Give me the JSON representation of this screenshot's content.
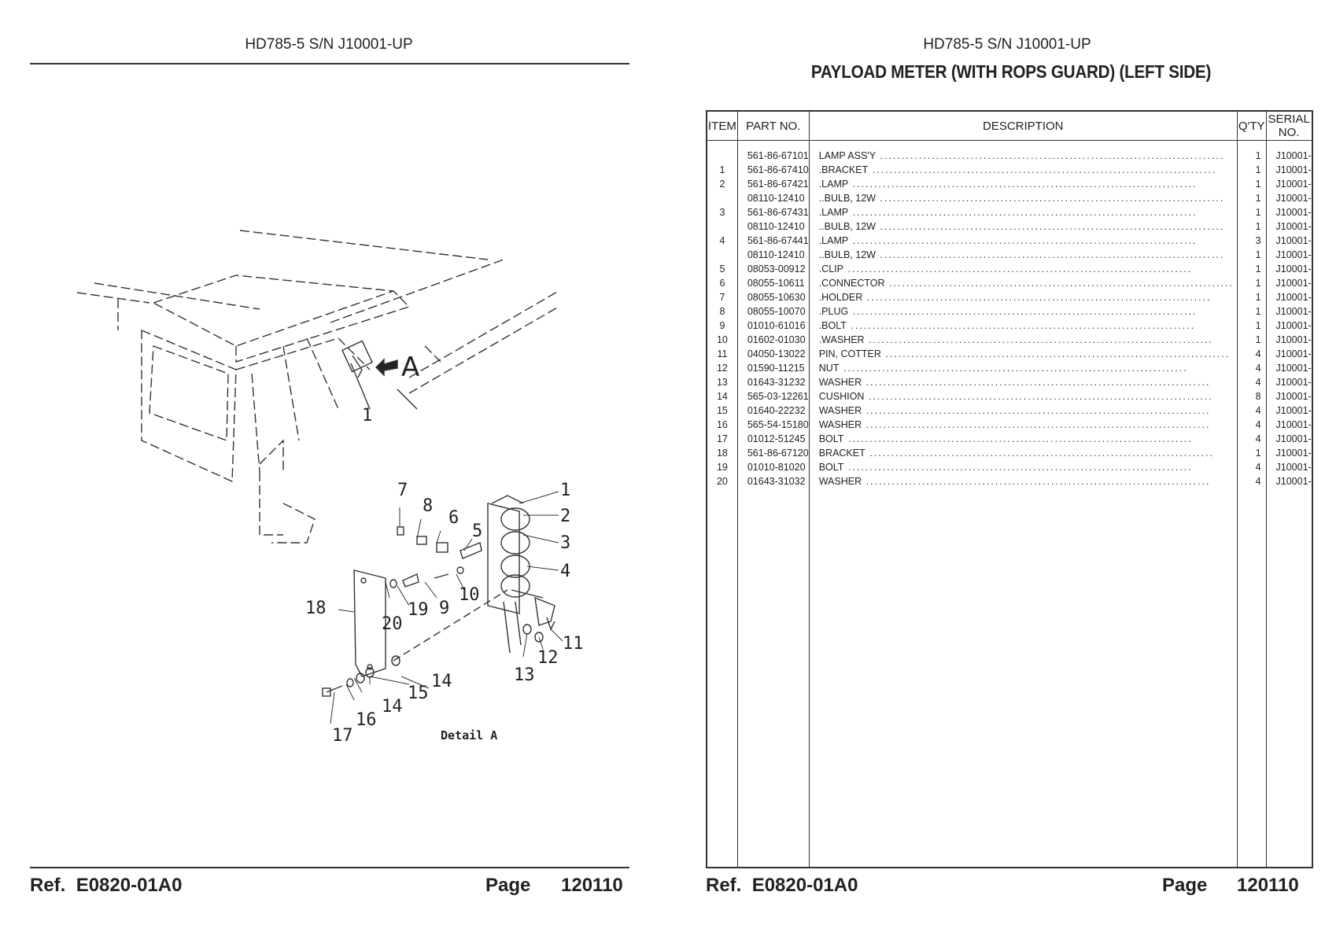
{
  "left_page": {
    "model": "HD785-5 S/N J10001-UP",
    "ref_label": "Ref.",
    "ref": "E0820-01A0",
    "page_label": "Page",
    "page": "120110",
    "callouts": [
      "1",
      "2",
      "3",
      "4",
      "5",
      "6",
      "7",
      "8",
      "9",
      "10",
      "11",
      "12",
      "13",
      "14",
      "14",
      "15",
      "16",
      "17",
      "18",
      "19",
      "20",
      "A"
    ],
    "detail_label": "Detail A"
  },
  "right_page": {
    "model": "HD785-5 S/N J10001-UP",
    "title": "PAYLOAD METER (WITH ROPS GUARD) (LEFT SIDE)",
    "ref_label": "Ref.",
    "ref": "E0820-01A0",
    "page_label": "Page",
    "page": "120110"
  },
  "table": {
    "headers": [
      "ITEM",
      "PART NO.",
      "DESCRIPTION",
      "Q'TY",
      "SERIAL NO."
    ],
    "rows": [
      {
        "item": "",
        "part": "561-86-67101",
        "desc": "LAMP ASS'Y",
        "qty": "1",
        "serial": "J10001-"
      },
      {
        "item": "1",
        "part": "561-86-67410",
        "desc": ".BRACKET",
        "qty": "1",
        "serial": "J10001-"
      },
      {
        "item": "2",
        "part": "561-86-67421",
        "desc": ".LAMP",
        "qty": "1",
        "serial": "J10001-"
      },
      {
        "item": "",
        "part": "08110-12410",
        "desc": "..BULB, 12W",
        "qty": "1",
        "serial": "J10001-"
      },
      {
        "item": "3",
        "part": "561-86-67431",
        "desc": ".LAMP",
        "qty": "1",
        "serial": "J10001-"
      },
      {
        "item": "",
        "part": "08110-12410",
        "desc": "..BULB, 12W",
        "qty": "1",
        "serial": "J10001-"
      },
      {
        "item": "4",
        "part": "561-86-67441",
        "desc": ".LAMP",
        "qty": "3",
        "serial": "J10001-"
      },
      {
        "item": "",
        "part": "08110-12410",
        "desc": "..BULB, 12W",
        "qty": "1",
        "serial": "J10001-"
      },
      {
        "item": "5",
        "part": "08053-00912",
        "desc": ".CLIP",
        "qty": "1",
        "serial": "J10001-"
      },
      {
        "item": "6",
        "part": "08055-10611",
        "desc": ".CONNECTOR",
        "qty": "1",
        "serial": "J10001-"
      },
      {
        "item": "7",
        "part": "08055-10630",
        "desc": ".HOLDER",
        "qty": "1",
        "serial": "J10001-"
      },
      {
        "item": "8",
        "part": "08055-10070",
        "desc": ".PLUG",
        "qty": "1",
        "serial": "J10001-"
      },
      {
        "item": "9",
        "part": "01010-61016",
        "desc": ".BOLT",
        "qty": "1",
        "serial": "J10001-"
      },
      {
        "item": "10",
        "part": "01602-01030",
        "desc": ".WASHER",
        "qty": "1",
        "serial": "J10001-"
      },
      {
        "item": "11",
        "part": "04050-13022",
        "desc": "PIN, COTTER",
        "qty": "4",
        "serial": "J10001-"
      },
      {
        "item": "12",
        "part": "01590-11215",
        "desc": "NUT",
        "qty": "4",
        "serial": "J10001-"
      },
      {
        "item": "13",
        "part": "01643-31232",
        "desc": "WASHER",
        "qty": "4",
        "serial": "J10001-"
      },
      {
        "item": "14",
        "part": "565-03-12261",
        "desc": "CUSHION",
        "qty": "8",
        "serial": "J10001-"
      },
      {
        "item": "15",
        "part": "01640-22232",
        "desc": "WASHER",
        "qty": "4",
        "serial": "J10001-"
      },
      {
        "item": "16",
        "part": "565-54-15180",
        "desc": "WASHER",
        "qty": "4",
        "serial": "J10001-"
      },
      {
        "item": "17",
        "part": "01012-51245",
        "desc": "BOLT",
        "qty": "4",
        "serial": "J10001-"
      },
      {
        "item": "18",
        "part": "561-86-67120",
        "desc": "BRACKET",
        "qty": "1",
        "serial": "J10001-"
      },
      {
        "item": "19",
        "part": "01010-81020",
        "desc": "BOLT",
        "qty": "4",
        "serial": "J10001-"
      },
      {
        "item": "20",
        "part": "01643-31032",
        "desc": "WASHER",
        "qty": "4",
        "serial": "J10001-"
      }
    ]
  }
}
